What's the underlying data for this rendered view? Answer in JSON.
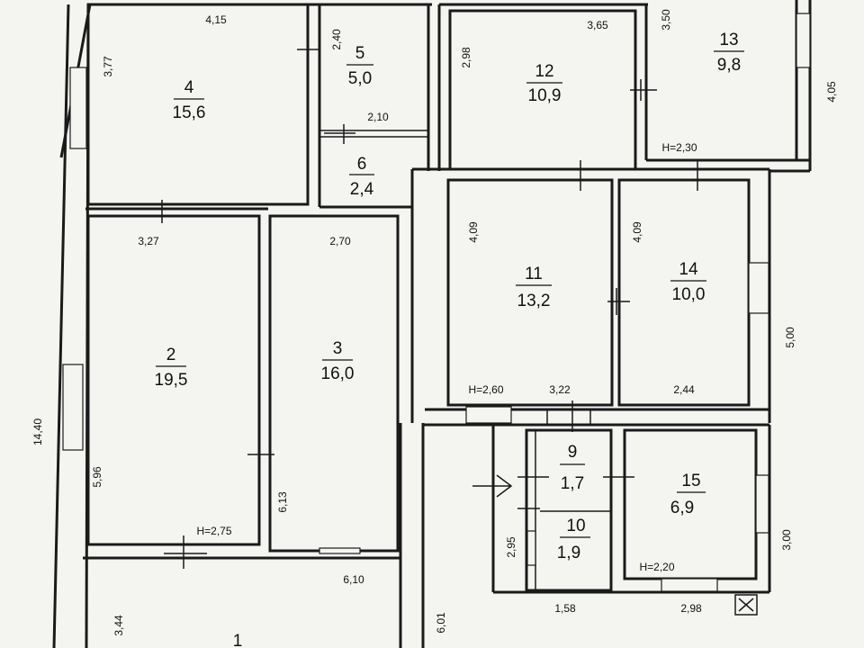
{
  "rooms": [
    {
      "num": "1",
      "area": ""
    },
    {
      "num": "2",
      "area": "19,5"
    },
    {
      "num": "3",
      "area": "16,0"
    },
    {
      "num": "4",
      "area": "15,6"
    },
    {
      "num": "5",
      "area": "5,0"
    },
    {
      "num": "6",
      "area": "2,4"
    },
    {
      "num": "9",
      "area": "1,7"
    },
    {
      "num": "10",
      "area": "1,9"
    },
    {
      "num": "11",
      "area": "13,2"
    },
    {
      "num": "12",
      "area": "10,9"
    },
    {
      "num": "13",
      "area": "9,8"
    },
    {
      "num": "14",
      "area": "10,0"
    },
    {
      "num": "15",
      "area": "6,9"
    }
  ],
  "dimensions": [
    "4,15",
    "3,77",
    "2,40",
    "2,10",
    "2,98",
    "3,65",
    "3,50",
    "4,05",
    "H=2,30",
    "3,27",
    "2,70",
    "4,09",
    "4,09",
    "5,00",
    "H=2,60",
    "3,22",
    "2,44",
    "14,40",
    "5,96",
    "6,13",
    "H=2,75",
    "6,10",
    "2,95",
    "3,00",
    "H=2,20",
    "1,58",
    "2,98",
    "3,44",
    "6,01"
  ]
}
